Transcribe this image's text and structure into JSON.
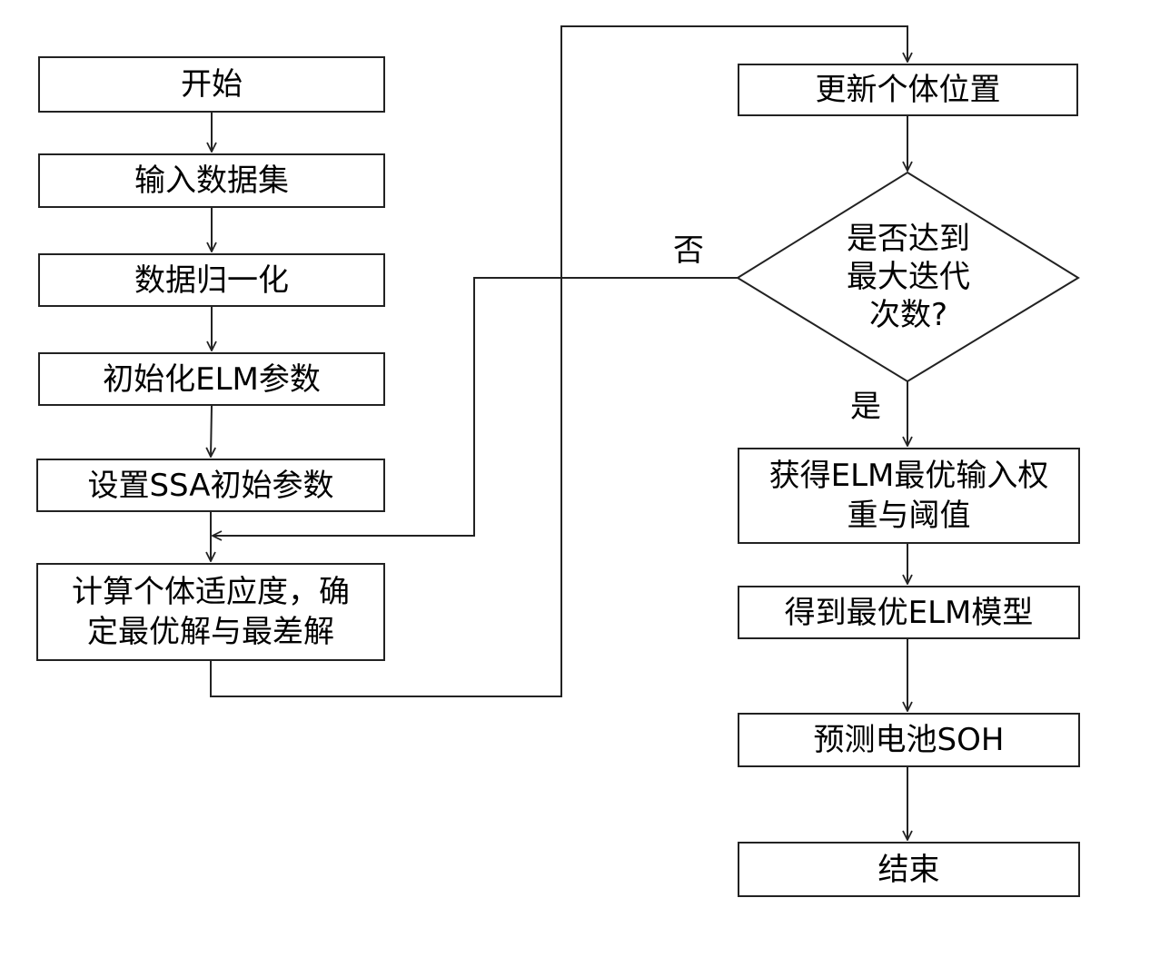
{
  "nodes": {
    "start": "开始",
    "input_dataset": "输入数据集",
    "normalize": "数据归一化",
    "init_elm": "初始化ELM参数",
    "init_ssa": "设置SSA初始参数",
    "fitness_line1": "计算个体适应度，确",
    "fitness_line2": "定最优解与最差解",
    "update_position": "更新个体位置",
    "decision_line1": "是否达到",
    "decision_line2": "最大迭代",
    "decision_line3": "次数?",
    "get_weights_line1": "获得ELM最优输入权",
    "get_weights_line2": "重与阈值",
    "best_model": "得到最优ELM模型",
    "predict": "预测电池SOH",
    "end": "结束"
  },
  "edges": {
    "no_label": "否",
    "yes_label": "是"
  }
}
